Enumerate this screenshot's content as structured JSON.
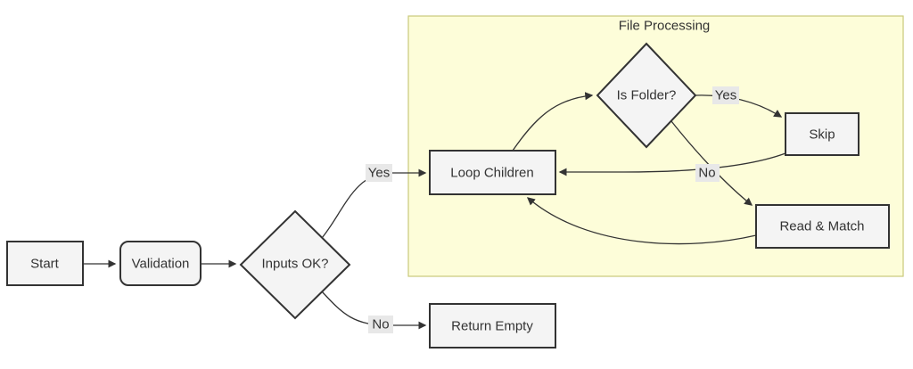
{
  "diagram": {
    "type": "flowchart",
    "direction": "left-to-right",
    "background_color": "#ffffff",
    "subgraph": {
      "title": "File Processing",
      "fill_color": "#fdfdd9",
      "border_color": "#c9c97a"
    },
    "style": {
      "node_fill": "#f4f4f4",
      "node_border": "#333333",
      "edge_color": "#333333",
      "edge_label_bg": "#e8e8e8",
      "text_color": "#333333"
    },
    "nodes": {
      "start": {
        "label": "Start",
        "shape": "rectangle"
      },
      "validation": {
        "label": "Validation",
        "shape": "rounded-rectangle"
      },
      "inputs_ok": {
        "label": "Inputs OK?",
        "shape": "diamond"
      },
      "loop_children": {
        "label": "Loop Children",
        "shape": "rectangle",
        "in_subgraph": true
      },
      "is_folder": {
        "label": "Is Folder?",
        "shape": "diamond",
        "in_subgraph": true
      },
      "skip": {
        "label": "Skip",
        "shape": "rectangle",
        "in_subgraph": true
      },
      "read_match": {
        "label": "Read & Match",
        "shape": "rectangle",
        "in_subgraph": true
      },
      "return_empty": {
        "label": "Return Empty",
        "shape": "rectangle"
      }
    },
    "edges": [
      {
        "from": "start",
        "to": "validation",
        "label": ""
      },
      {
        "from": "validation",
        "to": "inputs_ok",
        "label": ""
      },
      {
        "from": "inputs_ok",
        "to": "loop_children",
        "label": "Yes"
      },
      {
        "from": "inputs_ok",
        "to": "return_empty",
        "label": "No"
      },
      {
        "from": "loop_children",
        "to": "is_folder",
        "label": ""
      },
      {
        "from": "is_folder",
        "to": "skip",
        "label": "Yes"
      },
      {
        "from": "is_folder",
        "to": "read_match",
        "label": "No"
      },
      {
        "from": "skip",
        "to": "loop_children",
        "label": ""
      },
      {
        "from": "read_match",
        "to": "loop_children",
        "label": ""
      }
    ]
  }
}
